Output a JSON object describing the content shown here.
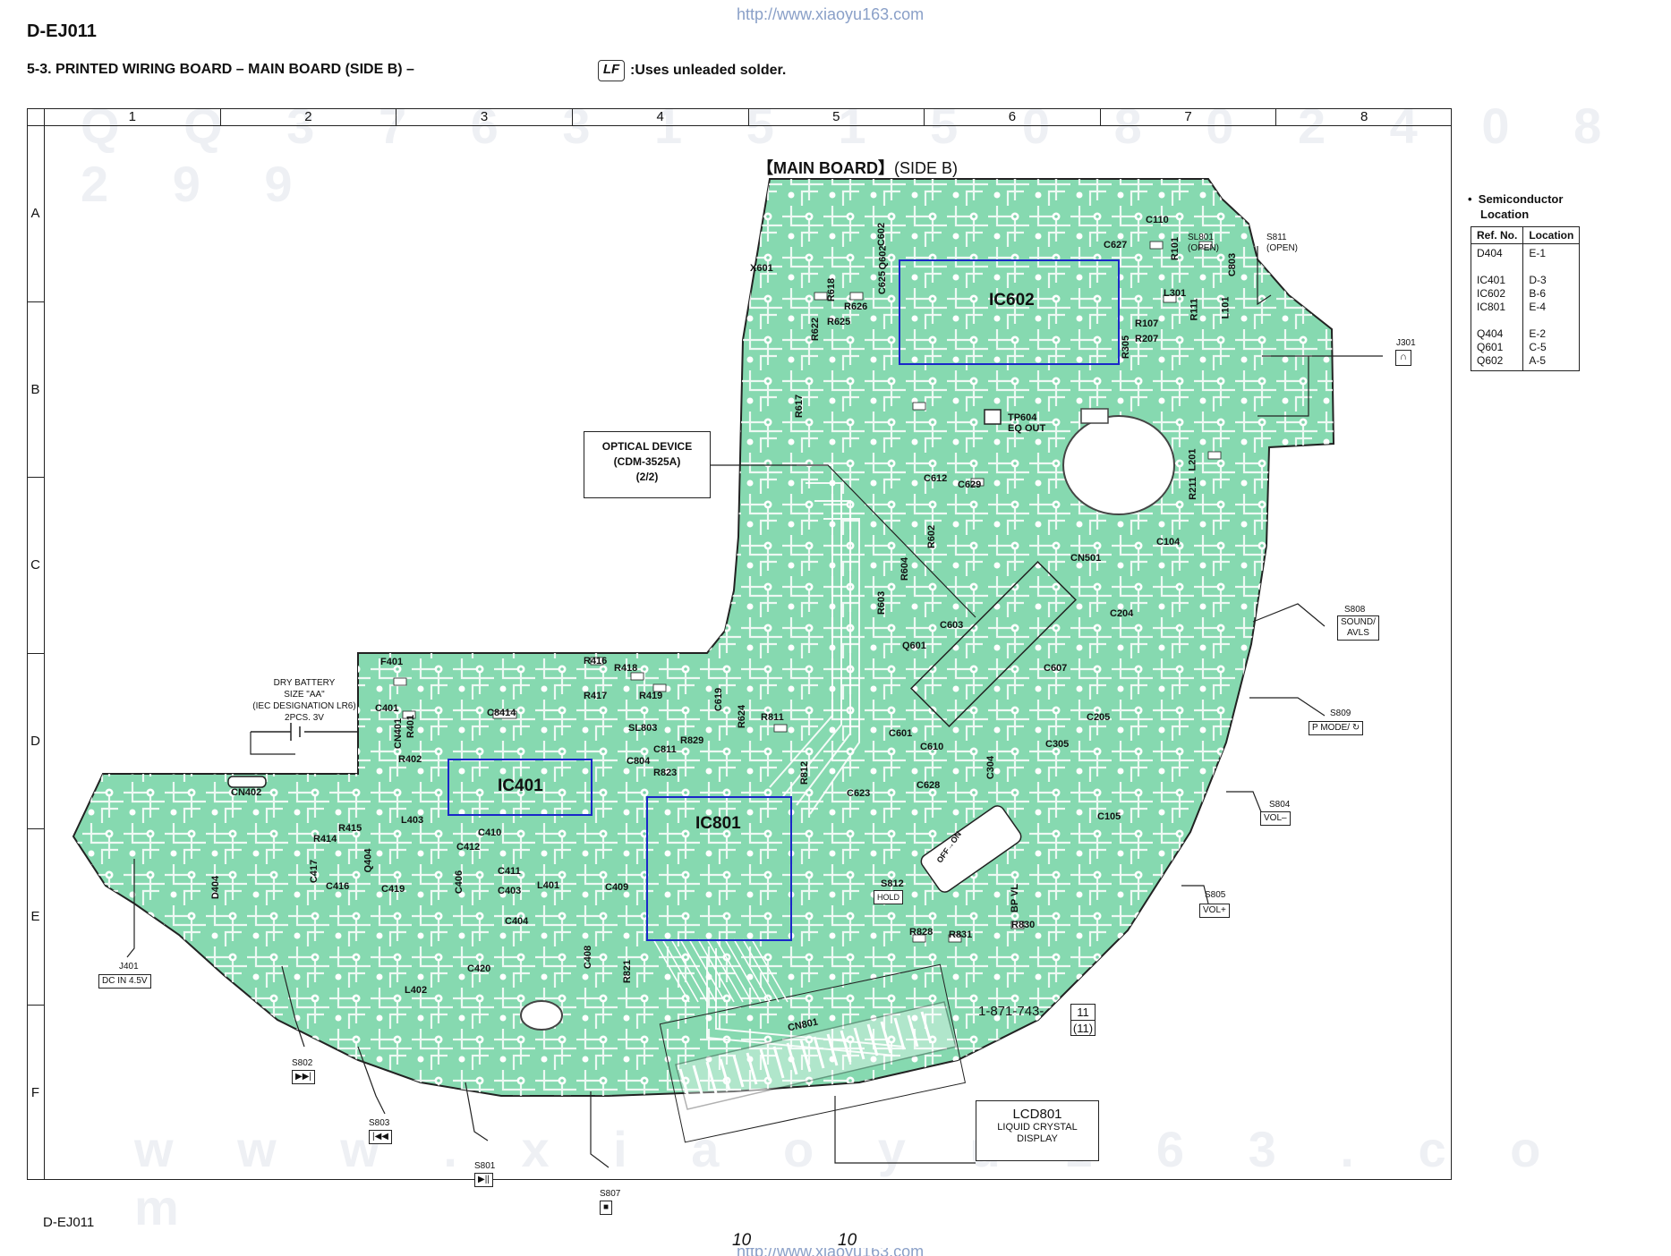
{
  "header": {
    "url": "http://www.xiaoyu163.com",
    "model": "D-EJ011",
    "section_title": "5-3.   PRINTED WIRING BOARD   – MAIN BOARD (SIDE B) –",
    "lf_mark": "LF",
    "lf_note": ":Uses unleaded solder."
  },
  "grid": {
    "columns": [
      "1",
      "2",
      "3",
      "4",
      "5",
      "6",
      "7",
      "8"
    ],
    "rows": [
      "A",
      "B",
      "C",
      "D",
      "E",
      "F"
    ]
  },
  "watermarks": {
    "top": "Q Q 3 7 6 3 1 5 1 5 0 8 0 2 4 0 8 2 9 9",
    "bottom": "w w w . x i a o y u 1 6 3 . c o m"
  },
  "board": {
    "title_left": "【MAIN BOARD】",
    "title_side": "(SIDE B)",
    "optical_device": [
      "OPTICAL DEVICE",
      "(CDM-3525A)",
      "(2/2)"
    ],
    "dry_battery": [
      "DRY BATTERY",
      "SIZE \"AA\"",
      "(IEC DESIGNATION LR6)",
      "2PCS. 3V"
    ],
    "lcd": [
      "LCD801",
      "LIQUID CRYSTAL",
      "DISPLAY"
    ],
    "board_number": "1-871-743-",
    "board_rev": [
      "11",
      "(11)"
    ],
    "ics": [
      "IC602",
      "IC401",
      "IC801"
    ],
    "switches": {
      "S808": [
        "SOUND/",
        "AVLS"
      ],
      "S809": [
        "P MODE/ ↻"
      ],
      "S804": [
        "VOL–"
      ],
      "S805": [
        "VOL+"
      ],
      "S802": "▶▶|",
      "S803": "|◀◀",
      "S801": "▶||",
      "S807": "■",
      "J401": "DC  IN  4.5V",
      "S811": [
        "S811",
        "(OPEN)"
      ],
      "SL801": [
        "SL801",
        "(OPEN)"
      ],
      "J301": "J301"
    }
  },
  "semiconductor": {
    "title": [
      "Semiconductor",
      "Location"
    ],
    "headers": [
      "Ref. No.",
      "Location"
    ],
    "rows": [
      [
        "D404",
        "E-1"
      ],
      [
        "",
        ""
      ],
      [
        "IC401",
        "D-3"
      ],
      [
        "IC602",
        "B-6"
      ],
      [
        "IC801",
        "E-4"
      ],
      [
        "",
        ""
      ],
      [
        "Q404",
        "E-2"
      ],
      [
        "Q601",
        "C-5"
      ],
      [
        "Q602",
        "A-5"
      ]
    ]
  },
  "components": [
    "X601",
    "R618",
    "R626",
    "R625",
    "R622",
    "C625",
    "Q602",
    "C602",
    "C627",
    "C110",
    "R101",
    "C803",
    "L301",
    "R111",
    "L101",
    "R107",
    "R207",
    "R305",
    "R617",
    "TP604",
    "EQ OUT",
    "C612",
    "C629",
    "R602",
    "R211",
    "L201",
    "C104",
    "R603",
    "R604",
    "CN501",
    "C603",
    "Q601",
    "C607",
    "C204",
    "C205",
    "C305",
    "C304",
    "C610",
    "C601",
    "C105",
    "C623",
    "C628",
    "R416",
    "R418",
    "R417",
    "R419",
    "C619",
    "R624",
    "R811",
    "SL803",
    "C811",
    "R829",
    "C804",
    "R823",
    "R812",
    "F401",
    "C401",
    "CN401",
    "R401",
    "R402",
    "C8414",
    "CN402",
    "L403",
    "R415",
    "R414",
    "Q404",
    "C417",
    "C416",
    "C419",
    "D404",
    "C410",
    "C412",
    "C411",
    "C406",
    "C403",
    "L401",
    "C404",
    "C409",
    "C408",
    "R821",
    "C420",
    "L402",
    "S812",
    "HOLD",
    "OFF→ON",
    "R828",
    "R831",
    "R830",
    "BP VL",
    "CN801"
  ],
  "footer": {
    "model": "D-EJ011",
    "page_left": "10",
    "page_right": "10",
    "url": "http://www.xiaoyu163.com"
  }
}
